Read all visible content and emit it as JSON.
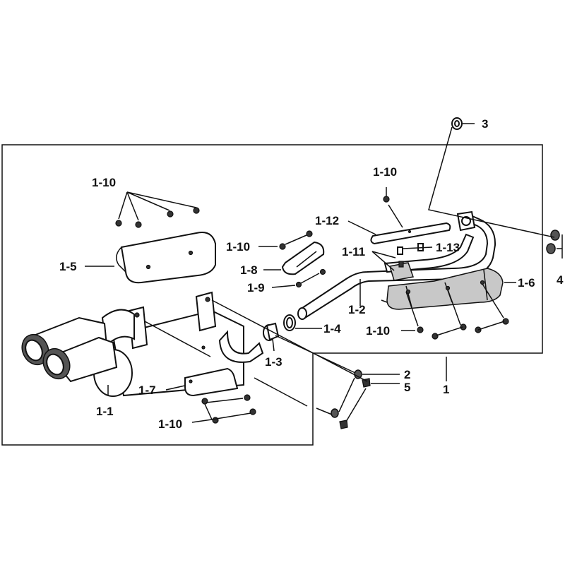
{
  "diagram": {
    "labels": {
      "l_3": "3",
      "l_4": "4",
      "l_1": "1",
      "l_2": "2",
      "l_5": "5",
      "l_1_1": "1-1",
      "l_1_2": "1-2",
      "l_1_3": "1-3",
      "l_1_4": "1-4",
      "l_1_5": "1-5",
      "l_1_6": "1-6",
      "l_1_7": "1-7",
      "l_1_8": "1-8",
      "l_1_9": "1-9",
      "l_1_10_a": "1-10",
      "l_1_10_b": "1-10",
      "l_1_10_c": "1-10",
      "l_1_10_d": "1-10",
      "l_1_10_e": "1-10",
      "l_1_11": "1-11",
      "l_1_12": "1-12",
      "l_1_13": "1-13"
    }
  }
}
